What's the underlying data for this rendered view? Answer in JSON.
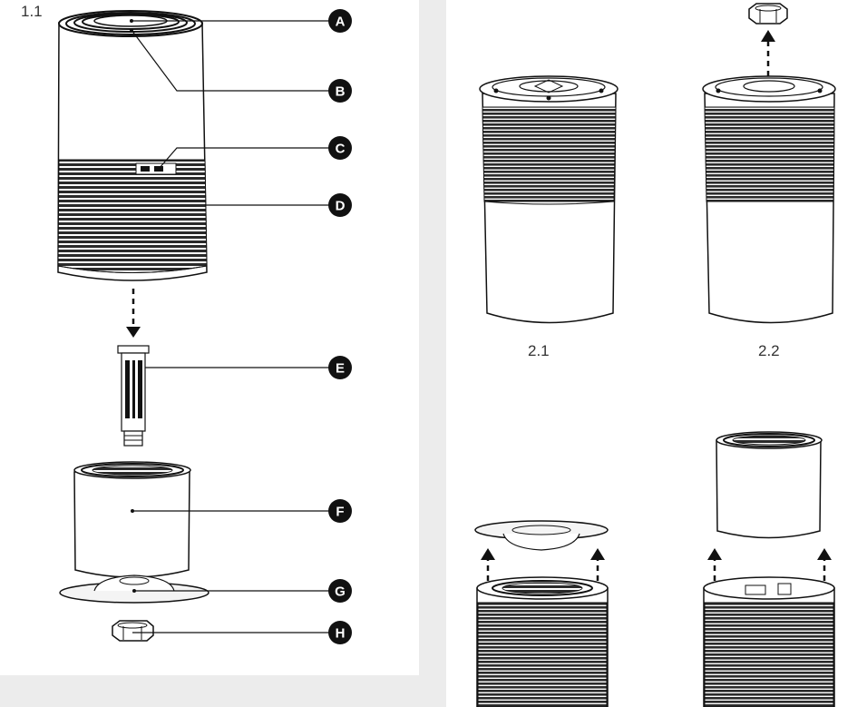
{
  "figures": {
    "fig_1_1": "1.1",
    "fig_2_1": "2.1",
    "fig_2_2": "2.2"
  },
  "callouts": [
    "A",
    "B",
    "C",
    "D",
    "E",
    "F",
    "G",
    "H"
  ],
  "colors": {
    "ink": "#111111",
    "background": "#ececec",
    "panel": "#ffffff"
  }
}
